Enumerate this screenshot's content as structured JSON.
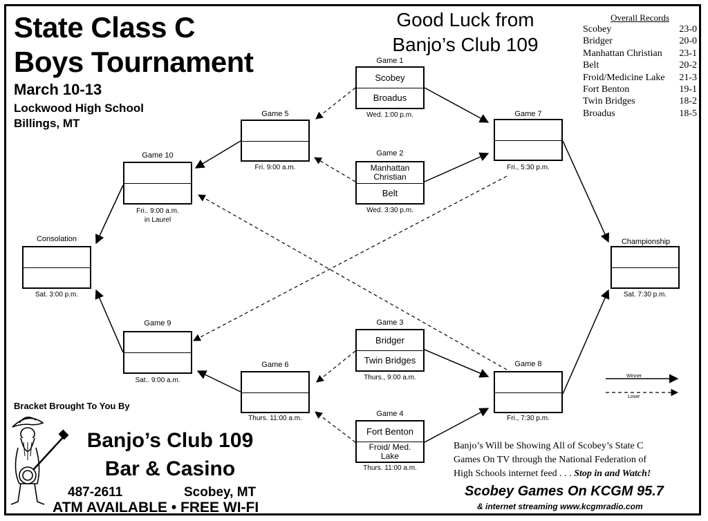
{
  "header": {
    "title_line1": "State  Class C",
    "title_line2": "Boys Tournament",
    "dates": "March 10-13",
    "venue": "Lockwood High School",
    "city": "Billings, MT"
  },
  "sponsor_header": {
    "line1": "Good Luck from",
    "line2": "Banjo’s Club 109"
  },
  "records": {
    "title": "Overall Records",
    "rows": [
      {
        "team": "Scobey",
        "record": "23-0"
      },
      {
        "team": "Bridger",
        "record": "20-0"
      },
      {
        "team": "Manhattan Christian",
        "record": "23-1"
      },
      {
        "team": "Belt",
        "record": "20-2"
      },
      {
        "team": "Froid/Medicine Lake",
        "record": "21-3"
      },
      {
        "team": "Fort Benton",
        "record": "19-1"
      },
      {
        "team": "Twin Bridges",
        "record": "18-2"
      },
      {
        "team": "Broadus",
        "record": "18-5"
      }
    ]
  },
  "games": {
    "g1": {
      "label": "Game 1",
      "top": "Scobey",
      "bottom": "Broadus",
      "time": "Wed. 1:00 p.m."
    },
    "g2": {
      "label": "Game 2",
      "top": "Manhattan Christian",
      "bottom": "Belt",
      "time": "Wed. 3:30 p.m."
    },
    "g3": {
      "label": "Game 3",
      "top": "Bridger",
      "bottom": "Twin Bridges",
      "time": "Thurs., 9:00 a.m."
    },
    "g4": {
      "label": "Game 4",
      "top": "Fort Benton",
      "bottom": "Froid/ Med. Lake",
      "time": "Thurs. 11:00 a.m."
    },
    "g5": {
      "label": "Game 5",
      "top": "",
      "bottom": "",
      "time": "Fri. 9:00 a.m."
    },
    "g6": {
      "label": "Game 6",
      "top": "",
      "bottom": "",
      "time": "Thurs. 11:00 a.m."
    },
    "g7": {
      "label": "Game 7",
      "top": "",
      "bottom": "",
      "time": "Fri., 5:30 p.m."
    },
    "g8": {
      "label": "Game 8",
      "top": "",
      "bottom": "",
      "time": "Fri., 7:30 p.m."
    },
    "g9": {
      "label": "Game 9",
      "top": "",
      "bottom": "",
      "time": "Sat.. 9:00 a.m."
    },
    "g10": {
      "label": "Game 10",
      "top": "",
      "bottom": "",
      "time": "Fri.. 9:00 a.m.",
      "time2": "in Laurel"
    },
    "consolation": {
      "label": "Consolation",
      "top": "",
      "bottom": "",
      "time": "Sat. 3:00 p.m."
    },
    "championship": {
      "label": "Championship",
      "top": "",
      "bottom": "",
      "time": "Sat. 7:30 p.m."
    }
  },
  "legend": {
    "winner": "Winner",
    "loser": "Loser"
  },
  "footer": {
    "brought_by": "Bracket Brought To You By",
    "name_line1": "Banjo’s Club 109",
    "name_line2": "Bar & Casino",
    "phone": "487-2611",
    "town": "Scobey, MT",
    "amenities": "ATM AVAILABLE • FREE WI-FI"
  },
  "promo": {
    "line1": "Banjo’s Will be Showing All of Scobey’s State C",
    "line2": "Games On TV through the National Federation of",
    "line3a": "High Schools internet feed . . . ",
    "line3b": "Stop in and Watch!",
    "radio": "Scobey Games On KCGM 95.7",
    "streaming": "& internet streaming  www.kcgmradio.com"
  }
}
